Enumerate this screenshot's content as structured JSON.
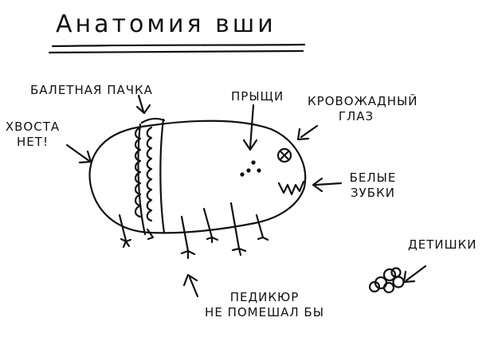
{
  "title": "Анатомия вши",
  "labels": {
    "tutu": "БАЛЕТНАЯ ПАЧКА",
    "tail_line1": "ХВОСТА",
    "tail_line2": "НЕТ!",
    "pimples": "ПРЫЩИ",
    "eye_line1": "КРОВОЖАДНЫЙ",
    "eye_line2": "ГЛАЗ",
    "teeth_line1": "БЕЛЫЕ",
    "teeth_line2": "ЗУБКИ",
    "babies": "ДЕТИШКИ",
    "pedicure_line1": "ПЕДИКЮР",
    "pedicure_line2": "НЕ ПОМЕШАЛ БЫ"
  },
  "colors": {
    "ink": "#111111",
    "paper": "#ffffff"
  }
}
